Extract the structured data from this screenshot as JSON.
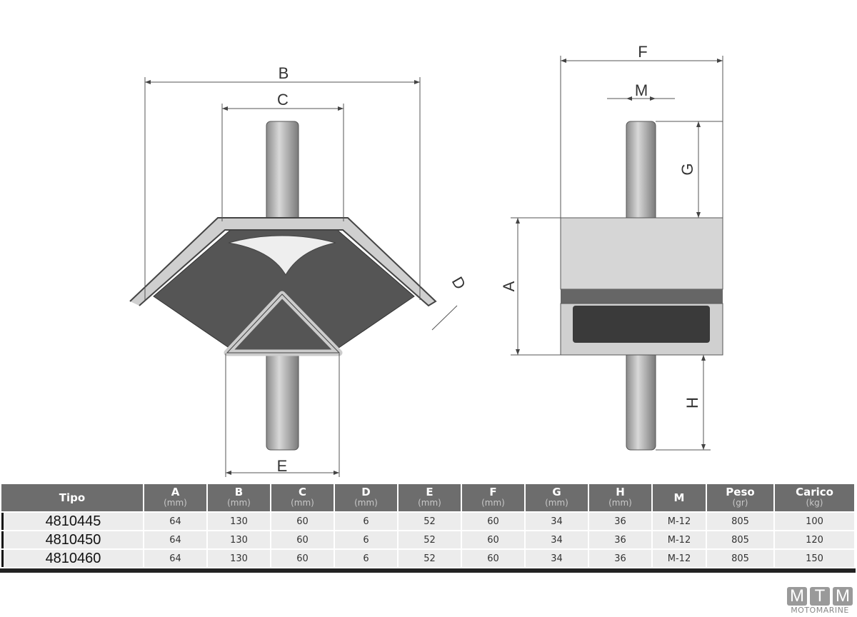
{
  "drawing": {
    "labels": {
      "A": "A",
      "B": "B",
      "C": "C",
      "D": "D",
      "E": "E",
      "F": "F",
      "G": "G",
      "H": "H",
      "M": "M"
    }
  },
  "table": {
    "headers": [
      {
        "label": "Tipo",
        "unit": ""
      },
      {
        "label": "A",
        "unit": "(mm)"
      },
      {
        "label": "B",
        "unit": "(mm)"
      },
      {
        "label": "C",
        "unit": "(mm)"
      },
      {
        "label": "D",
        "unit": "(mm)"
      },
      {
        "label": "E",
        "unit": "(mm)"
      },
      {
        "label": "F",
        "unit": "(mm)"
      },
      {
        "label": "G",
        "unit": "(mm)"
      },
      {
        "label": "H",
        "unit": "(mm)"
      },
      {
        "label": "M",
        "unit": ""
      },
      {
        "label": "Peso",
        "unit": "(gr)"
      },
      {
        "label": "Carico",
        "unit": "(kg)"
      }
    ],
    "rows": [
      [
        "4810445",
        "64",
        "130",
        "60",
        "6",
        "52",
        "60",
        "34",
        "36",
        "M-12",
        "805",
        "100"
      ],
      [
        "4810450",
        "64",
        "130",
        "60",
        "6",
        "52",
        "60",
        "34",
        "36",
        "M-12",
        "805",
        "120"
      ],
      [
        "4810460",
        "64",
        "130",
        "60",
        "6",
        "52",
        "60",
        "34",
        "36",
        "M-12",
        "805",
        "150"
      ]
    ]
  },
  "logo": {
    "letters": [
      "M",
      "T",
      "M"
    ],
    "text": "MOTOMARINE"
  }
}
